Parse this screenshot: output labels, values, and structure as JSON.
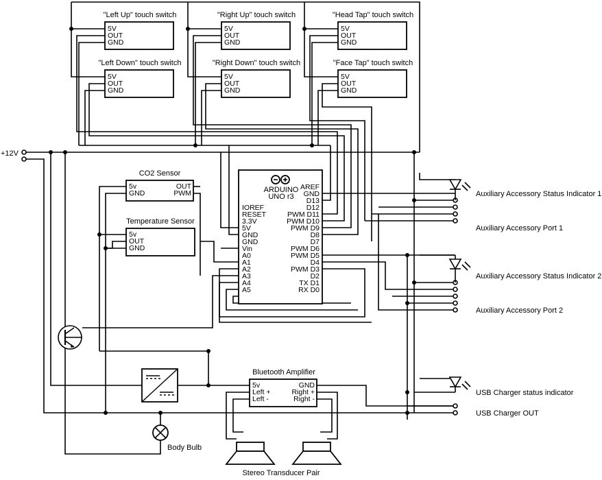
{
  "touch_switches": [
    {
      "title": "\"Left Up\" touch switch",
      "pins": [
        "5V",
        "OUT",
        "GND"
      ]
    },
    {
      "title": "\"Right Up\" touch switch",
      "pins": [
        "5V",
        "OUT",
        "GND"
      ]
    },
    {
      "title": "\"Head Tap\" touch switch",
      "pins": [
        "5V",
        "OUT",
        "GND"
      ]
    },
    {
      "title": "\"Left Down\" touch switch",
      "pins": [
        "5V",
        "OUT",
        "GND"
      ]
    },
    {
      "title": "\"Right Down\" touch switch",
      "pins": [
        "5V",
        "OUT",
        "GND"
      ]
    },
    {
      "title": "\"Face Tap\" touch switch",
      "pins": [
        "5V",
        "OUT",
        "GND"
      ]
    }
  ],
  "power_input": "+12V",
  "co2_sensor": {
    "title": "CO2 Sensor",
    "pins_left": [
      "5v",
      "GND"
    ],
    "pins_right": [
      "OUT",
      "PWM"
    ]
  },
  "temperature_sensor": {
    "title": "Temperature Sensor",
    "pins": [
      "5v",
      "OUT",
      "GND"
    ]
  },
  "arduino": {
    "name_line1": "ARDUINO",
    "name_line2": "UNO r3",
    "left_pins": [
      "IOREF",
      "RESET",
      "3.3V",
      "5V",
      "GND",
      "GND",
      "Vin",
      "A0",
      "A1",
      "A2",
      "A3",
      "A4",
      "A5"
    ],
    "right_pins": [
      "AREF",
      "GND",
      "D13",
      "D12",
      "PWM D11",
      "PWM D10",
      "PWM D9",
      "D8",
      "D7",
      "PWM D6",
      "PWM D5",
      "D4",
      "PWM D3",
      "D2",
      "TX D1",
      "RX D0"
    ]
  },
  "outputs": {
    "aux_status_1": "Auxiliary Accessory Status Indicator 1",
    "aux_port_1": "Auxiliary Accessory Port 1",
    "aux_status_2": "Auxiliary Accessory Status Indicator 2",
    "aux_port_2": "Auxiliary Accessory Port 2",
    "usb_status": "USB Charger status indicator",
    "usb_out": "USB Charger OUT"
  },
  "bluetooth_amp": {
    "title": "Bluetooth Amplifier",
    "left_pins": [
      "5v",
      "Left +",
      "Left -"
    ],
    "right_pins": [
      "GND",
      "Right +",
      "Right -"
    ]
  },
  "body_bulb": "Body Bulb",
  "speakers": "Stereo Transducer Pair"
}
